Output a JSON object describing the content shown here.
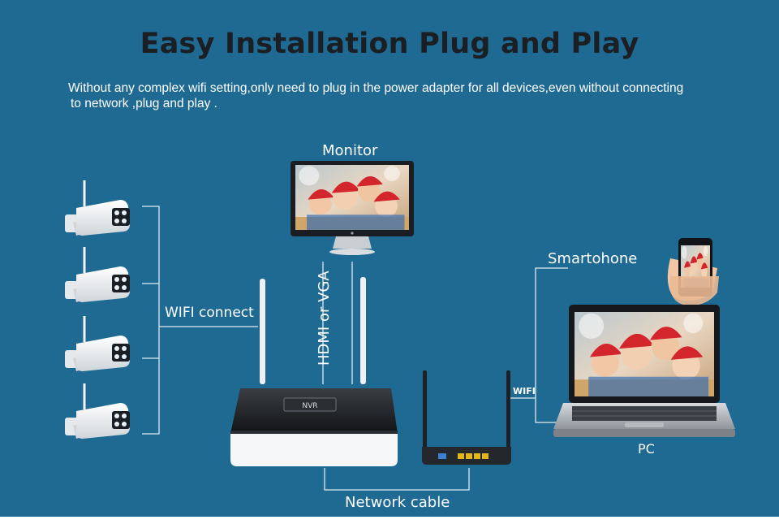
{
  "title": "Easy Installation Plug and Play",
  "subtitle": {
    "line1": "Without any complex wifi setting,only need to plug in the power adapter for all devices,even without connecting",
    "line2": "to network ,plug and play ."
  },
  "labels": {
    "monitor": "Monitor",
    "wifi_connect": "WIFI connect",
    "hdmi_vga": "HDMI or VGA",
    "smartphone": "Smartohone",
    "wifi": "WIFI",
    "pc": "PC",
    "network_cable": "Network cable",
    "nvr_badge": "NVR"
  },
  "colors": {
    "background": "#1f6a93",
    "title_text": "#1b1f24",
    "label_text": "#ffffff",
    "connector_lines": "#dfe9ef"
  },
  "icons": [
    "bullet-camera-icon",
    "monitor-icon",
    "nvr-recorder-icon",
    "router-icon",
    "smartphone-icon",
    "laptop-icon"
  ]
}
